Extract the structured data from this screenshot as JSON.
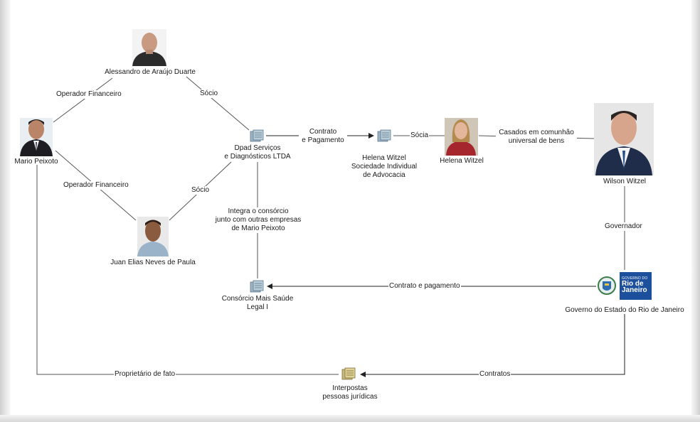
{
  "nodes": {
    "alessandro": "Alessandro de Araújo Duarte",
    "mario": "Mario Peixoto",
    "dpad_line1": "Dpad Serviços",
    "dpad_line2": "e Diagnósticos LTDA",
    "helena_soc_line1": "Helena Witzel",
    "helena_soc_line2": "Sociedade Individual",
    "helena_soc_line3": "de Advocacia",
    "helena": "Helena Witzel",
    "wilson": "Wilson Witzel",
    "juan": "Juan Elias Neves de Paula",
    "consorcio_line1": "Consórcio Mais Saúde",
    "consorcio_line2": "Legal I",
    "governo": "Governo do Estado do Rio de Janeiro",
    "interpostas_line1": "Interpostas",
    "interpostas_line2": "pessoas jurídicas"
  },
  "edges": {
    "operador_financeiro_top": "Operador Financeiro",
    "socio_top": "Sócio",
    "operador_financeiro_bottom": "Operador Financeiro",
    "socio_bottom": "Sócio",
    "contrato_line1": "Contrato",
    "contrato_line2": "e Pagamento",
    "socia": "Sócia",
    "casados_line1": "Casados em comunhão",
    "casados_line2": "universal de bens",
    "integra_line1": "Integra o consórcio",
    "integra_line2": "junto com outras empresas",
    "integra_line3": "de Mario Peixoto",
    "governador": "Governador",
    "contrato_pagamento": "Contrato e pagamento",
    "proprietario": "Proprietário de fato",
    "contratos": "Contratos"
  },
  "logo": {
    "small": "GOVERNO DO",
    "big_line1": "Rio de",
    "big_line2": "Janeiro"
  },
  "colors": {
    "line": "#555555",
    "logo_blue": "#1c4f9c",
    "server_icon": "#8aa6b8"
  },
  "icons": [
    "server-stack-icon",
    "person-photo",
    "coat-of-arms-icon"
  ]
}
